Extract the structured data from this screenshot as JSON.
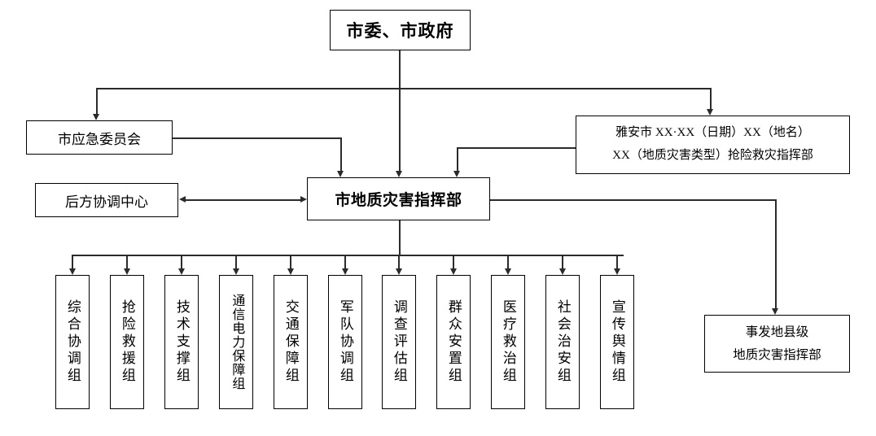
{
  "diagram": {
    "title_box": {
      "label": "市委、市政府"
    },
    "committee_box": {
      "label": "市应急委员会"
    },
    "rear_box": {
      "label": "后方协调中心"
    },
    "hq_box": {
      "label": "市地质灾害指挥部"
    },
    "incident_box": {
      "label": "雅安市 XX·XX（日期）XX（地名）\nXX（地质灾害类型）抢险救灾指挥部"
    },
    "county_box": {
      "label": "事发地县级\n地质灾害指挥部"
    },
    "groups": [
      {
        "label": "综合协调组"
      },
      {
        "label": "抢险救援组"
      },
      {
        "label": "技术支撑组"
      },
      {
        "label": "通信电力保障组"
      },
      {
        "label": "交通保障组"
      },
      {
        "label": "军队协调组"
      },
      {
        "label": "调查评估组"
      },
      {
        "label": "群众安置组"
      },
      {
        "label": "医疗救治组"
      },
      {
        "label": "社会治安组"
      },
      {
        "label": "宣传舆情组"
      }
    ],
    "colors": {
      "line": "#2b2b2b",
      "border": "#000000",
      "background": "#ffffff",
      "text": "#000000"
    }
  }
}
